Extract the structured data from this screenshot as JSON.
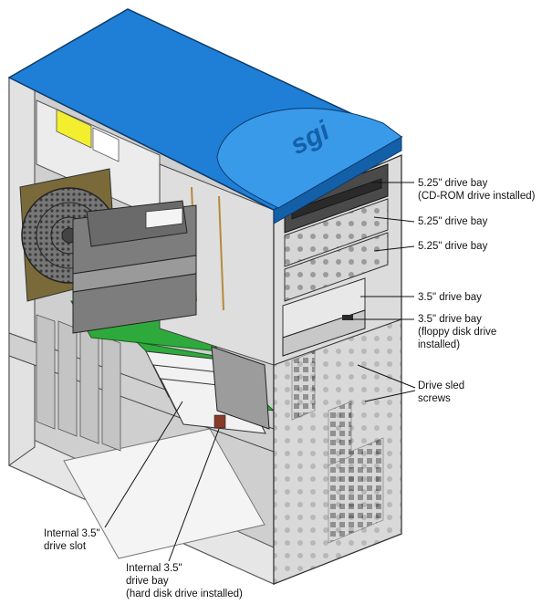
{
  "callouts": {
    "cdrom_bay": {
      "line1": "5.25\" drive bay",
      "line2": "(CD-ROM drive installed)"
    },
    "bay_525_a": {
      "line1": "5.25\" drive bay"
    },
    "bay_525_b": {
      "line1": "5.25\" drive bay"
    },
    "bay_35": {
      "line1": "3.5\" drive bay"
    },
    "floppy_bay": {
      "line1": "3.5\" drive bay",
      "line2": "(floppy disk drive",
      "line3": "installed)"
    },
    "sled_screws": {
      "line1": "Drive sled",
      "line2": "screws"
    },
    "internal_slot": {
      "line1": "Internal 3.5\"",
      "line2": "drive slot"
    },
    "internal_bay": {
      "line1": "Internal 3.5\"",
      "line2": "drive bay",
      "line3": "(hard disk drive installed)"
    }
  },
  "logo": {
    "text": "sgi"
  },
  "colors": {
    "cover": "#1f7fd6",
    "cover_dark": "#1460a8",
    "chassis": "#dcdcdc",
    "chassis_shade": "#b8b8b8",
    "board": "#2eaa3c",
    "drive": "#8a8a8a",
    "sticker_yellow": "#f3ef2e"
  }
}
